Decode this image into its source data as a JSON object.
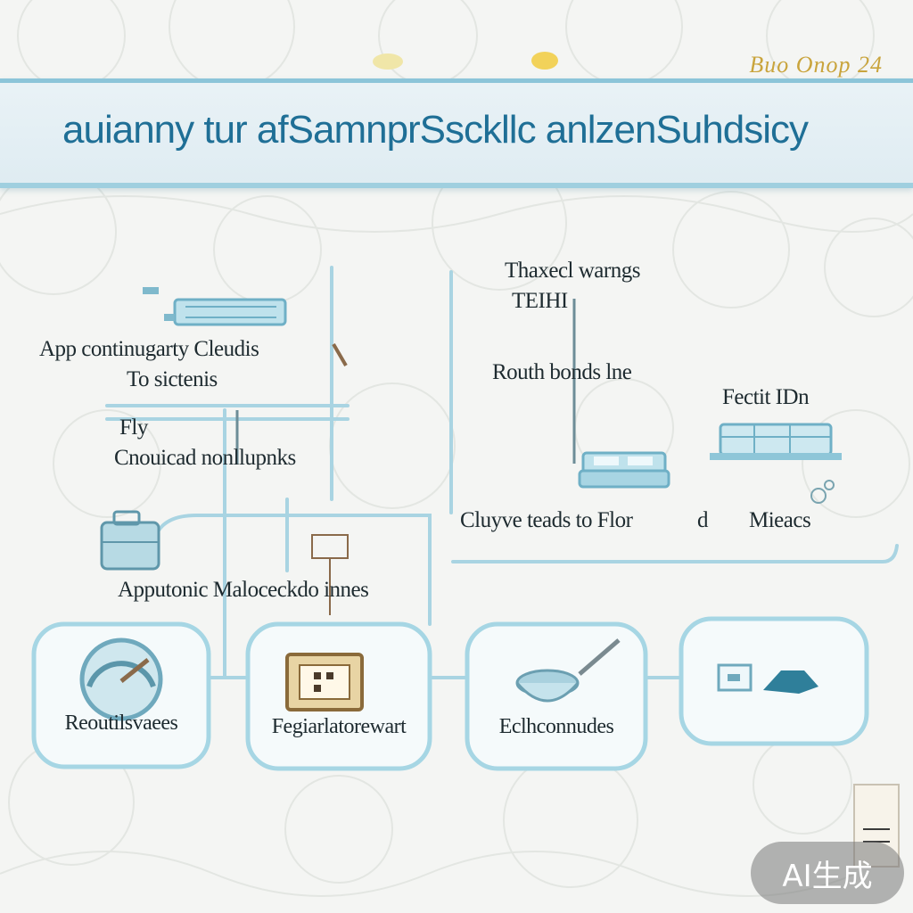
{
  "header": {
    "corner_tag": "Buo Onop 24",
    "title": "auianny tur afSamnprSsckllc anlzenSuhdsicy"
  },
  "labels": {
    "app_continuous": "App continugarty Cleudis",
    "to_sistenis": "To sictenis",
    "fly": "Fly",
    "cnouical": "Cnouicad nonllupnks",
    "thased_warnings": "Thaxecl warngs",
    "thased_sub": "TEIHI",
    "routh_bonds": "Routh bonds lne",
    "fectit": "Fectit IDn",
    "cluve_leads": "Cluyve teads to Flor",
    "d_mark": "d",
    "mieacs": "Mieacs",
    "apputonic": "Apputonic Maloceckdo innes"
  },
  "nodes": [
    {
      "label": "Reoutilsvaees",
      "icon": "gauge-icon"
    },
    {
      "label": "Fegiarlatorewart",
      "icon": "grid-box-icon"
    },
    {
      "label": "Eclhconnudes",
      "icon": "bowl-whisk-icon"
    },
    {
      "label": "",
      "icon": "tag-arrow-icon"
    }
  ],
  "watermark": "AI生成",
  "colors": {
    "accent": "#8cc5d9",
    "title_text": "#1f6f96",
    "gold": "#c9a43c",
    "line": "#a9d4e2",
    "node_border": "#a6d6e4"
  }
}
